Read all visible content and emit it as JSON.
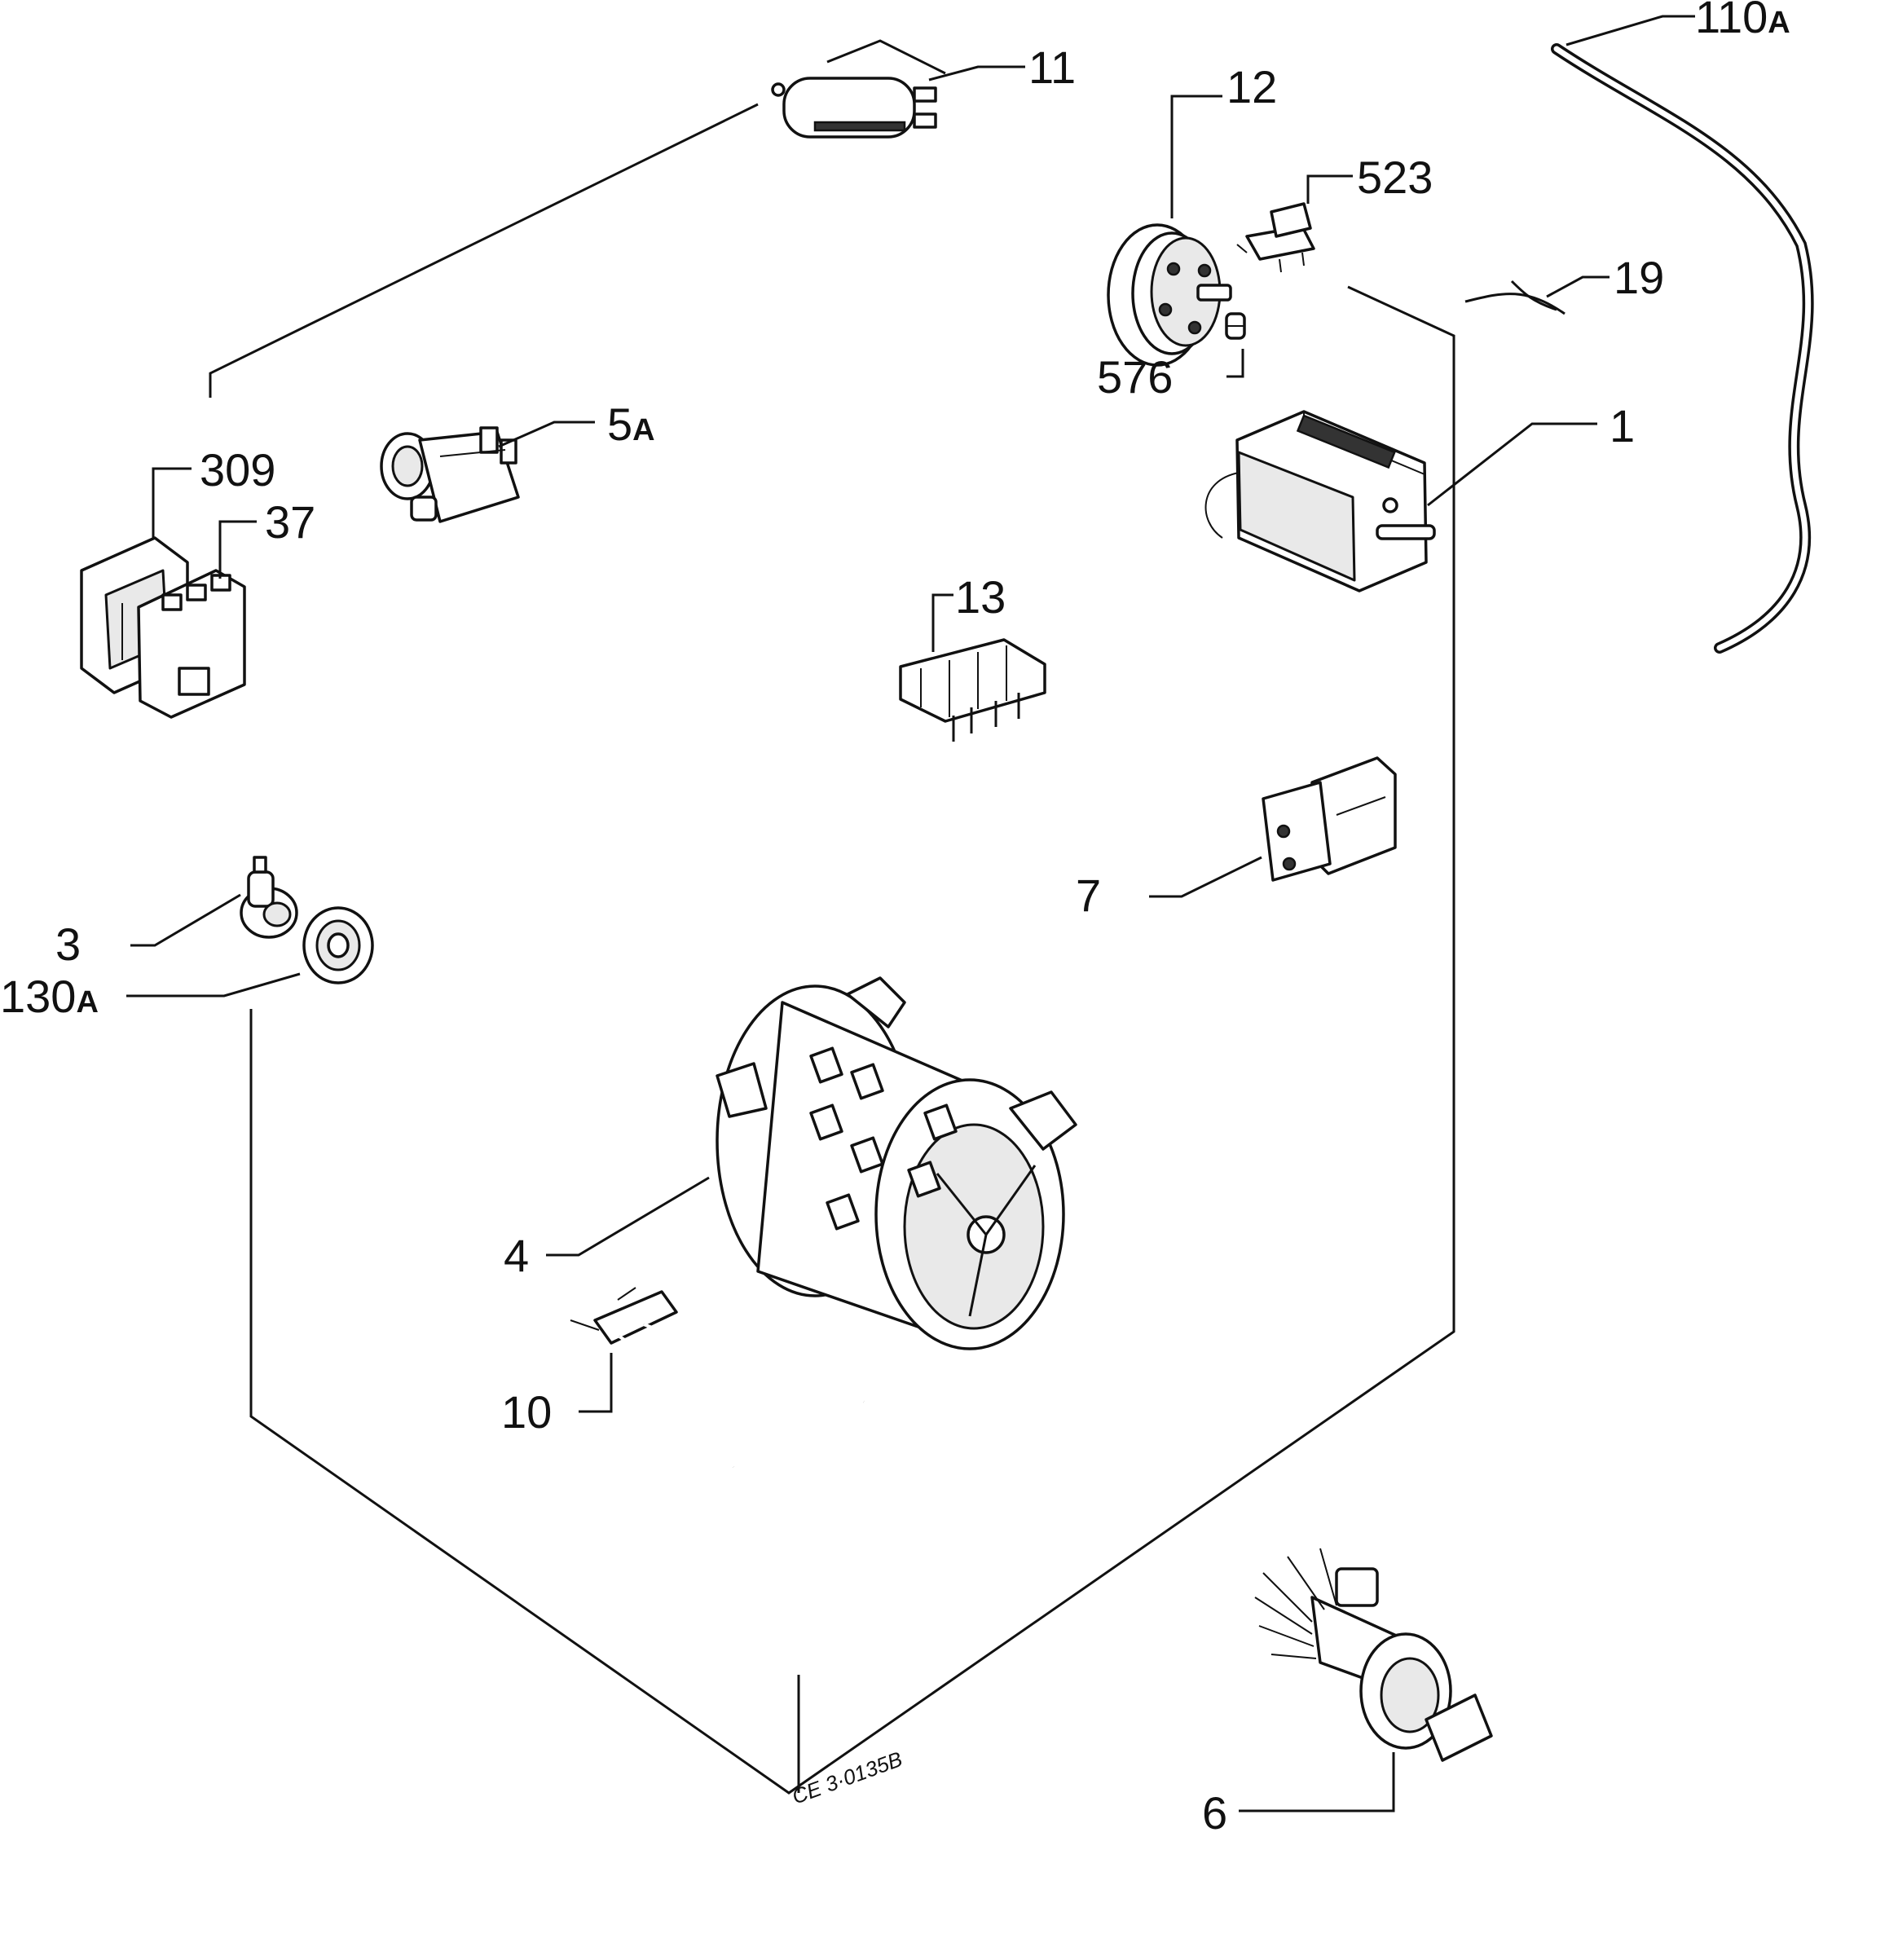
{
  "labels": {
    "p110a": {
      "num": "110",
      "suffix": "A"
    },
    "p11": "11",
    "p12": "12",
    "p523": "523",
    "p19": "19",
    "p576": "576",
    "p5a": {
      "num": "5",
      "suffix": "A"
    },
    "p1": "1",
    "p309": "309",
    "p37": "37",
    "p13": "13",
    "p7": "7",
    "p3": "3",
    "p130a": {
      "num": "130",
      "suffix": "A"
    },
    "p4": "4",
    "p10": "10",
    "p6": "6"
  },
  "drawing_code": "CE 3·0135B"
}
